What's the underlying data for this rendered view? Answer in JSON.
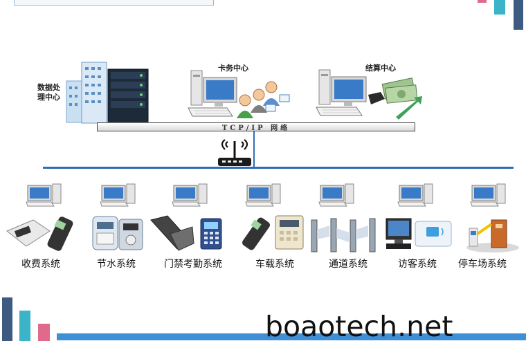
{
  "top": {
    "data_center_label_line1": "数据处",
    "data_center_label_line2": "理中心",
    "card_center_label": "卡务中心",
    "settlement_center_label": "结算中心",
    "network_label": "TCP/IP 网络"
  },
  "systems": [
    {
      "label": "收费系统"
    },
    {
      "label": "节水系统"
    },
    {
      "label": "门禁考勤系统"
    },
    {
      "label": "车载系统"
    },
    {
      "label": "通道系统"
    },
    {
      "label": "访客系统"
    },
    {
      "label": "停车场系统"
    }
  ],
  "watermark": "boaotech.net",
  "colors": {
    "accent_blue": "#2f6db5",
    "deco_teal": "#3cb4c8",
    "deco_pink": "#e06a8c",
    "deco_navy": "#3d5a80"
  }
}
